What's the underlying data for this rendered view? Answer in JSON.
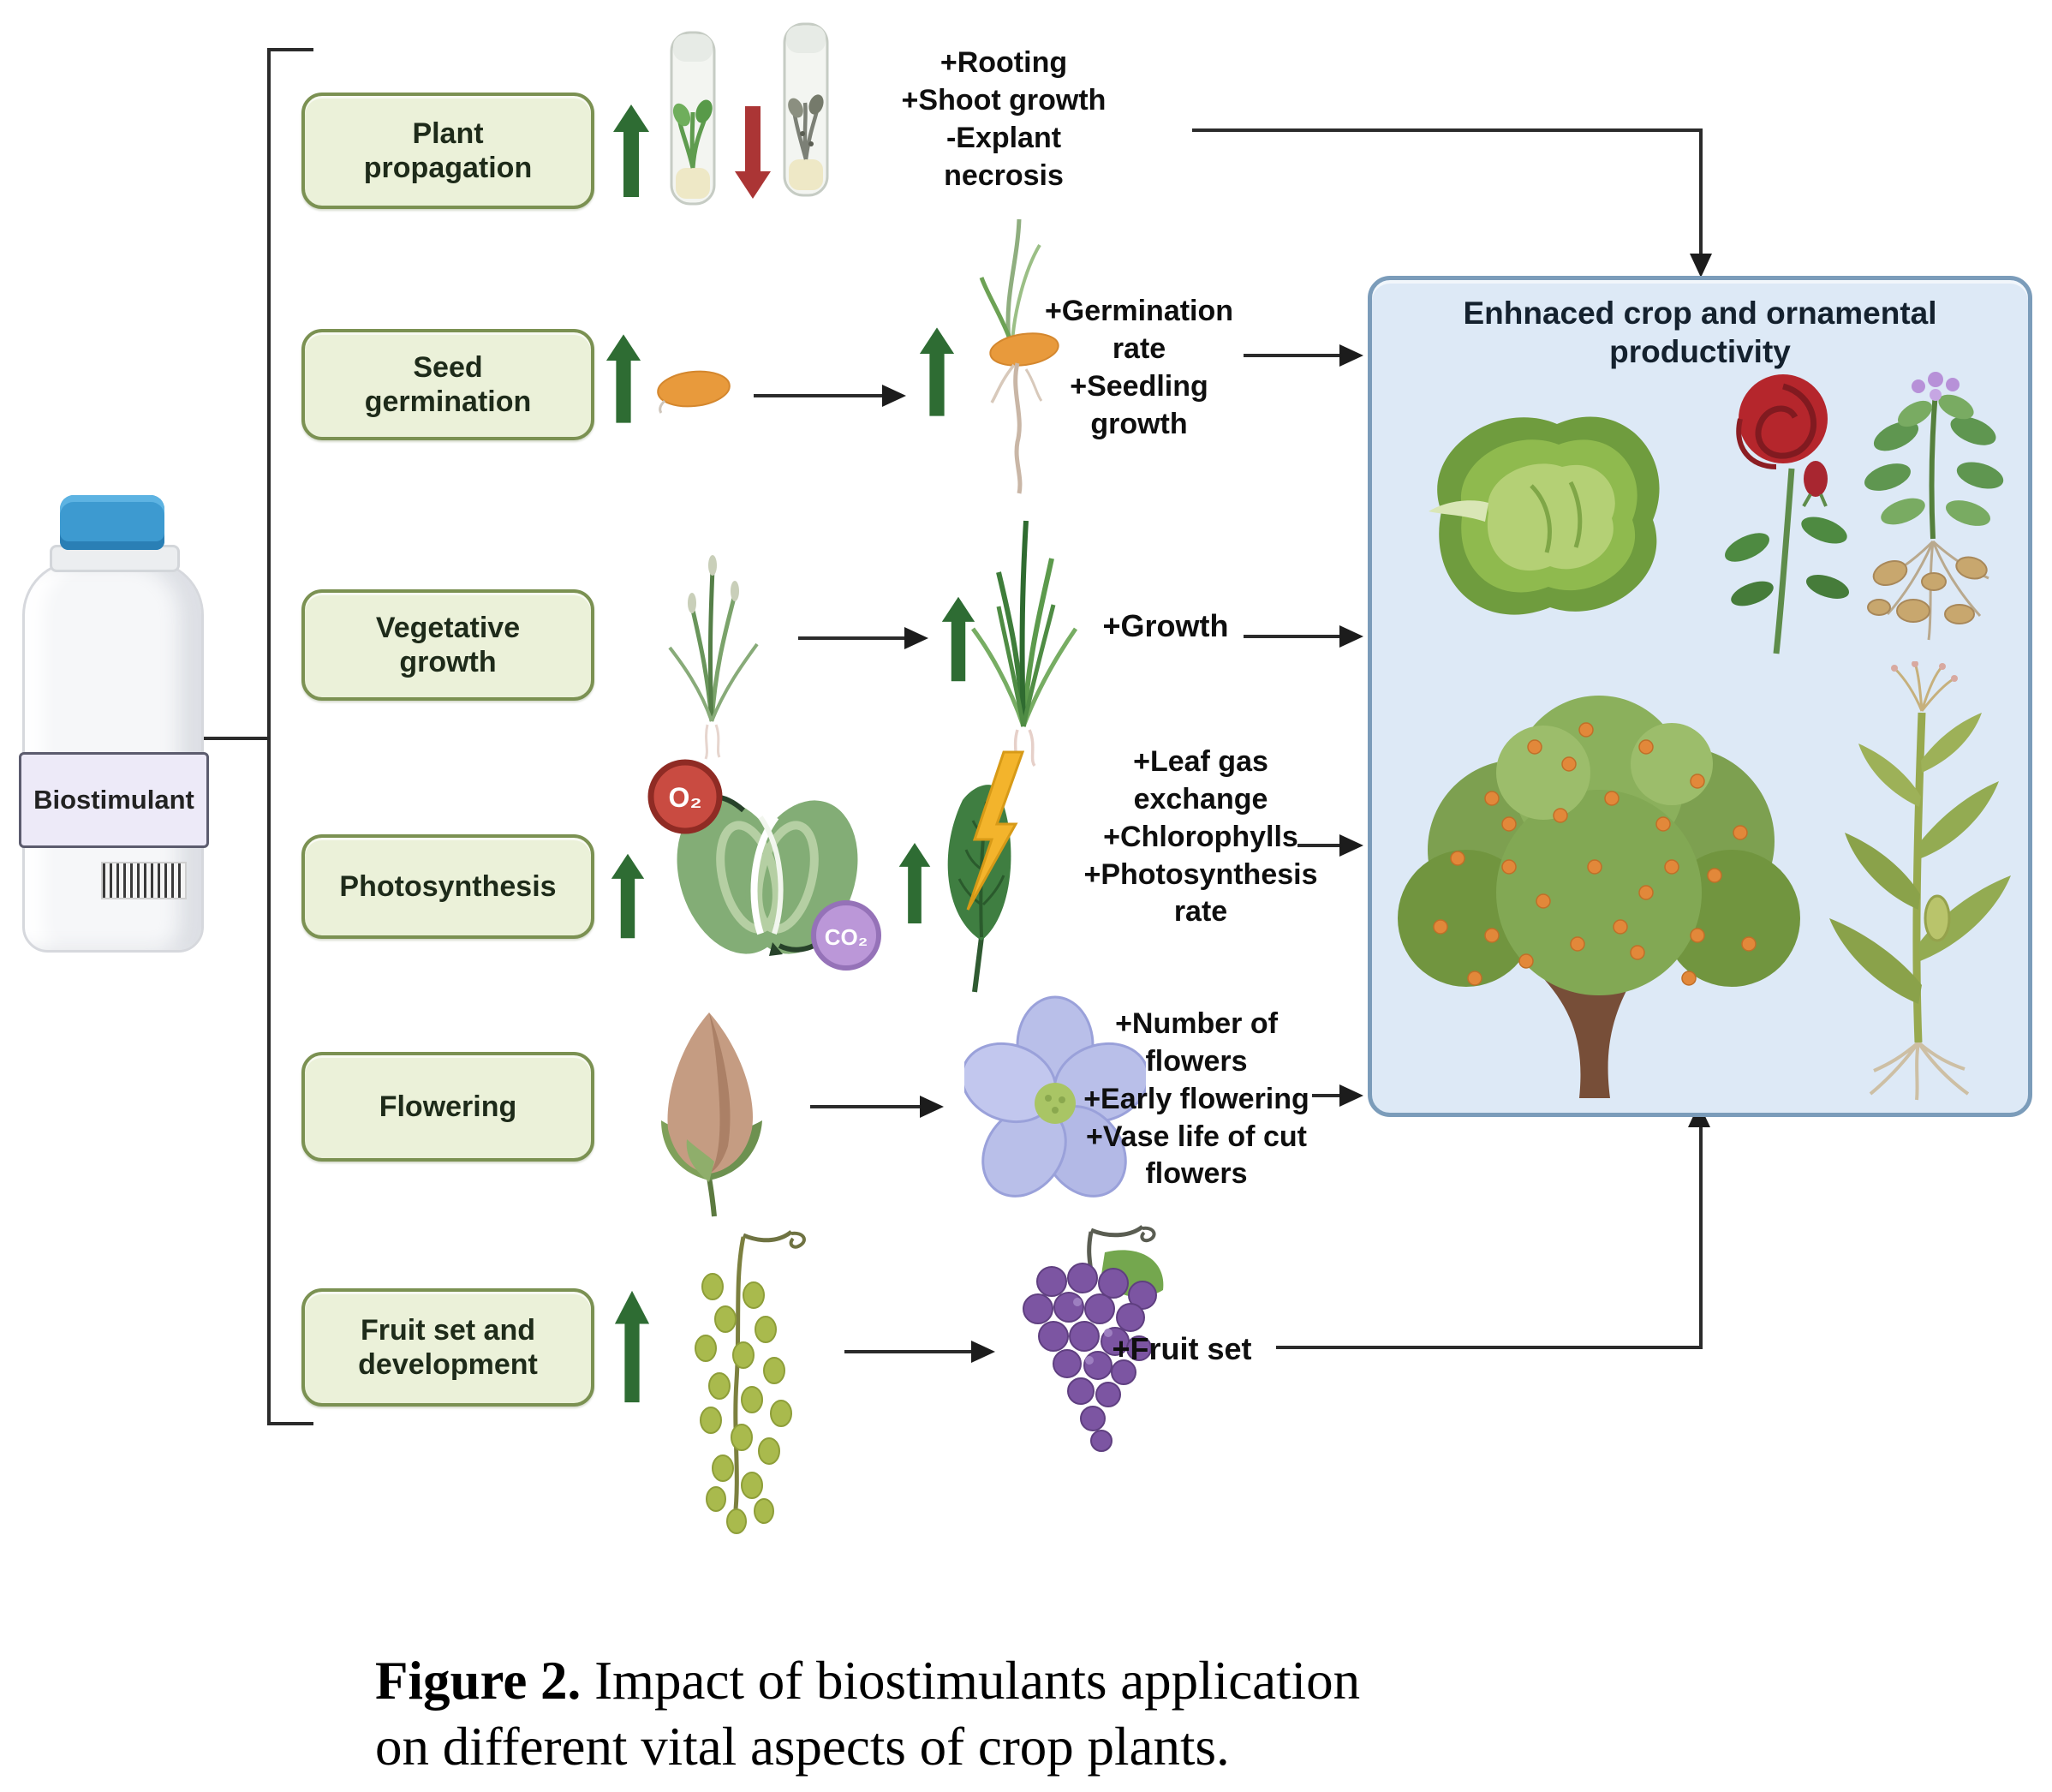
{
  "bottle": {
    "label": "Biostimulant"
  },
  "process_boxes": [
    {
      "label": "Plant\npropagation"
    },
    {
      "label": "Seed\ngermination"
    },
    {
      "label": "Vegetative\ngrowth"
    },
    {
      "label": "Photosynthesis"
    },
    {
      "label": "Flowering"
    },
    {
      "label": "Fruit set and\ndevelopment"
    }
  ],
  "annotations": [
    {
      "text": "+Rooting\n+Shoot growth\n-Explant\nnecrosis"
    },
    {
      "text": "+Germination\nrate\n+Seedling\ngrowth"
    },
    {
      "text": "+Growth"
    },
    {
      "text": "+Leaf gas\nexchange\n+Chlorophylls\n+Photosynthesis\nrate"
    },
    {
      "text": "+Number of\nflowers\n+Early flowering\n+Vase life of cut\nflowers"
    },
    {
      "text": "+Fruit set"
    }
  ],
  "result_box": {
    "title": "Enhnaced crop and ornamental\nproductivity"
  },
  "badges": {
    "o2": "O₂",
    "co2": "CO₂"
  },
  "caption": {
    "figure_label": "Figure 2.",
    "line1_rest": " Impact of biostimulants application",
    "line2": "on different vital aspects of crop plants."
  },
  "colors": {
    "process_box_bg": "#ebf1d9",
    "process_box_border": "#7b9152",
    "result_box_bg": "#dde9f6",
    "result_box_border": "#7b9cba",
    "arrow_green": "#2e6c33",
    "arrow_red": "#ab3535",
    "connector_black": "#2b2b2b",
    "o2_badge": "#c94b41",
    "co2_badge": "#bb97d8",
    "seed_orange": "#e89a3c",
    "bottle_cap_blue": "#3d9ad0",
    "bottle_label_bg": "#edeaf8"
  }
}
